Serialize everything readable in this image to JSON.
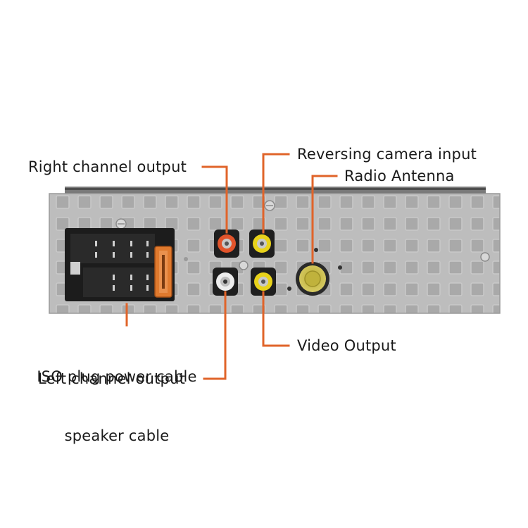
{
  "labels": {
    "right_channel_output": "Right channel output",
    "reversing_camera_input": "Reversing camera input",
    "radio_antenna": "Radio Antenna",
    "iso_plug_line1": "ISO plug power cable",
    "iso_plug_line2": "speaker cable",
    "video_output": "Video Output",
    "left_channel_output": "Left channel output"
  },
  "colors": {
    "callout_line": "#e0642a",
    "panel": "#b9b9b9",
    "rca_red": "#e2542b",
    "rca_yellow": "#e8d21a",
    "rca_white": "#ededed",
    "antenna": "#c9bb45",
    "iso_plug": "#1c1c1c",
    "fuse": "#e07a2e"
  },
  "icons": [
    "rca-jack-icon",
    "antenna-socket-icon",
    "iso-connector-icon",
    "fuse-icon",
    "screw-icon"
  ]
}
